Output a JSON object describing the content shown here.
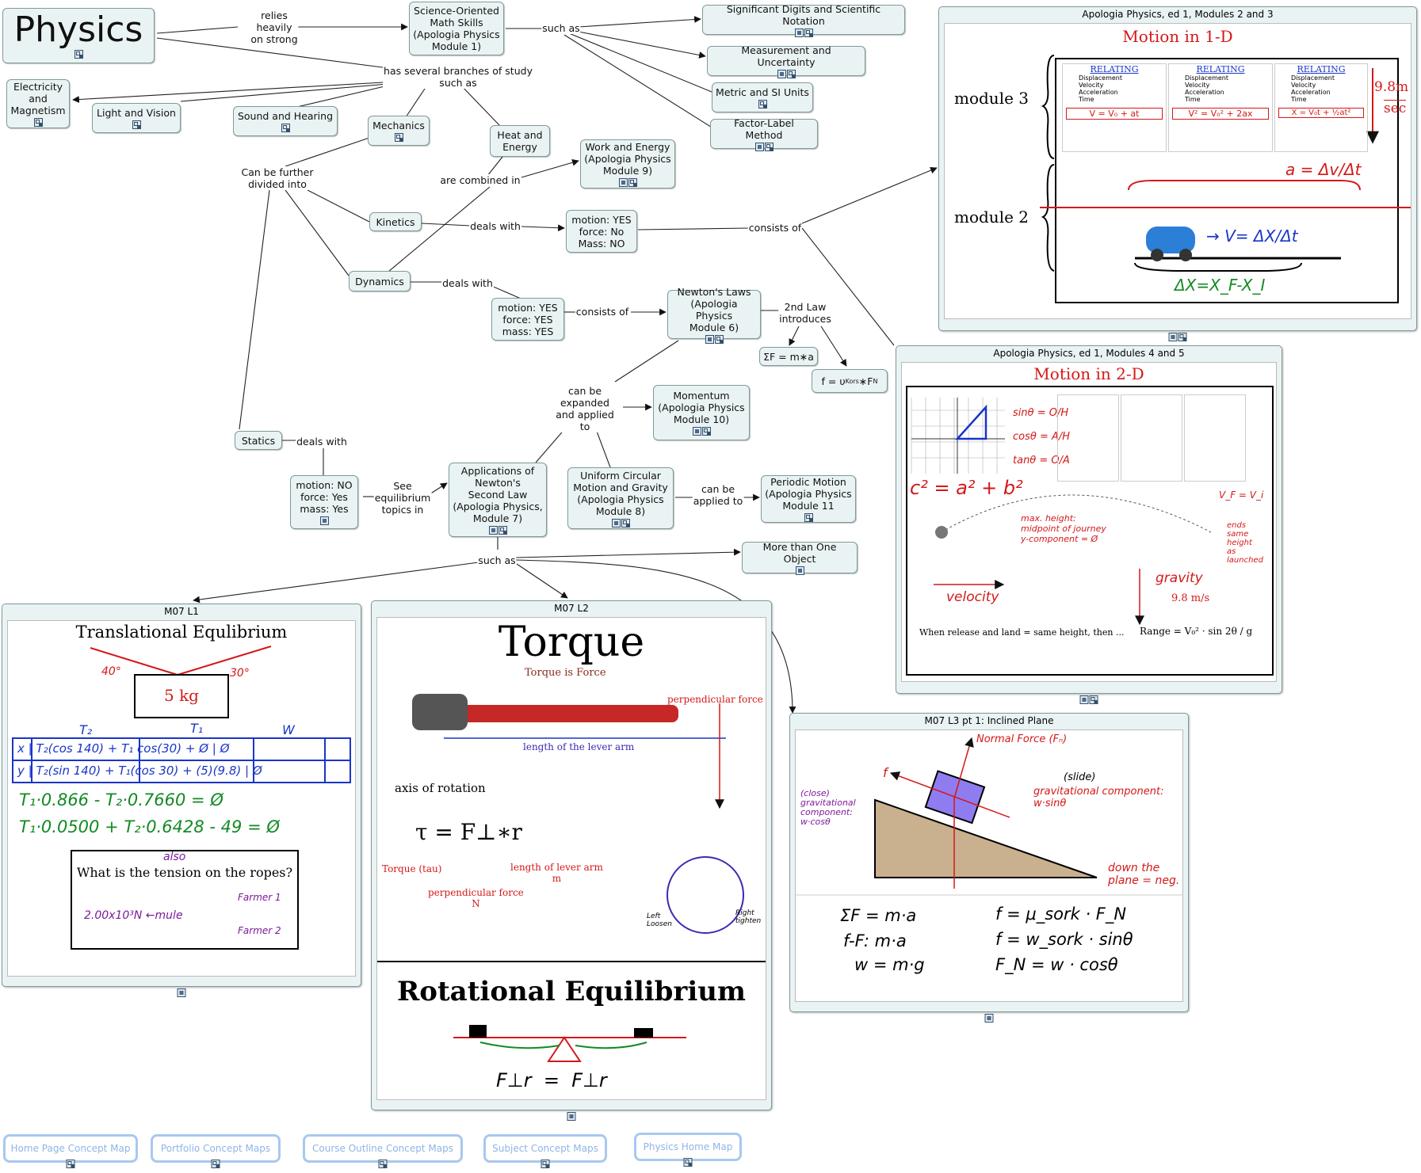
{
  "title": "Physics",
  "nodes": {
    "math_skills": "Science-Oriented\nMath Skills\n(Apologia Physics\nModule 1)",
    "sig_digits": "Significant Digits and Scientific Notation",
    "measurement": "Measurement and Uncertainty",
    "metric": "Metric and SI Units",
    "factor_label": "Factor-Label Method",
    "electricity": "Electricity\nand\nMagnetism",
    "light": "Light and Vision",
    "sound": "Sound and Hearing",
    "mechanics": "Mechanics",
    "heat": "Heat and\nEnergy",
    "work_energy": "Work and Energy\n(Apologia Physics\nModule 9)",
    "kinetics": "Kinetics",
    "kinetics_motion": "motion: YES\nforce: No\nMass: NO",
    "dynamics": "Dynamics",
    "dynamics_motion": "motion: YES\nforce: YES\nmass: YES",
    "newtons_laws": "Newton's Laws\n(Apologia Physics\nModule 6)",
    "sum_f": "ΣF = m∗a",
    "friction": "f = υ",
    "friction_sub": "Kors",
    "friction_tail": "∗F",
    "friction_n": "N",
    "momentum": "Momentum\n(Apologia Physics\nModule 10)",
    "statics": "Statics",
    "statics_motion": "motion: NO\nforce: Yes\nmass: Yes",
    "applications": "Applications of\nNewton's\nSecond Law\n(Apologia Physics,\nModule 7)",
    "circular": "Uniform Circular\nMotion and Gravity\n(Apologia Physics\nModule 8)",
    "periodic": "Periodic Motion\n(Apologia Physics\nModule 11",
    "more_objects": "More than One Object"
  },
  "links": {
    "relies": "relies\nheavily\non strong",
    "such_as_top": "such as",
    "branches": "has several branches of study\nsuch as",
    "further_divided": "Can be further\ndivided into",
    "combined": "are combined in",
    "deals_with_1": "deals with",
    "consists_of_1": "consists of",
    "deals_with_2": "deals with",
    "consists_of_2": "consists of",
    "second_law": "2nd Law\nintroduces",
    "expanded": "can be\nexpanded\nand applied\nto",
    "deals_with_3": "deals with",
    "see_equilibrium": "See\nequilibrium\ntopics in",
    "applied_to": "can be\napplied to",
    "such_as_bottom": "such as"
  },
  "panels": {
    "motion1d": {
      "header": "Apologia Physics, ed 1, Modules 2 and 3",
      "title": "Motion in 1-D",
      "module3": "module 3",
      "module2": "module 2",
      "relating": "RELATING",
      "list": [
        "Displacement",
        "Velocity",
        "Acceleration",
        "Time"
      ],
      "eq1": "V = V₀ + at",
      "eq2": "V² = V₀² + 2ax",
      "eq3": "X = V₀t + ½at²",
      "gravity": "9.8m",
      "gravity_unit": "sec",
      "accel": "a = Δv/Δt",
      "velocity": "→ V= ΔX/Δt",
      "disp": "ΔX=X_F-X_I"
    },
    "motion2d": {
      "header": "Apologia Physics, ed 1, Modules 4 and 5",
      "title": "Motion in 2-D",
      "sin": "sinθ = O/H",
      "cos": "cosθ = A/H",
      "tan": "tanθ = O/A",
      "pyth": "c² = a² + b²",
      "max_height": "max. height:\nmidpoint of journey\ny-component = Ø",
      "ends": "ends\nsame\nheight\nas\nlaunched",
      "vf": "V_F = V_i",
      "velocity": "velocity",
      "gravity": "gravity",
      "g": "9.8 m/s",
      "release": "When release and land = same height, then ...",
      "range": "Range = V₀² · sin 2θ / g"
    },
    "m07l1": {
      "header": "M07 L1",
      "title": "Translational Equlibrium",
      "mass": "5 kg",
      "a40": "40°",
      "a30": "30°",
      "t2": "T₂",
      "t1": "T₁",
      "w": "W",
      "row_x": "x | T₂(cos 140) + T₁ cos(30) + Ø | Ø",
      "row_y": "y | T₂(sin 140) + T₁(cos 30) + (5)(9.8) | Ø",
      "eq1": "T₁·0.866 - T₂·0.7660 = Ø",
      "eq2": "T₁·0.0500 + T₂·0.6428 - 49 = Ø",
      "also": "also",
      "question": "What is the tension on the ropes?",
      "answer": "2.00x10³N ←mule",
      "farmer1": "Farmer 1",
      "farmer2": "Farmer 2"
    },
    "m07l2": {
      "header": "M07 L2",
      "title": "Torque",
      "subtitle": "Torque is Force",
      "perp": "perpendicular force",
      "lever": "length of the lever arm",
      "axis": "axis of rotation",
      "formula": "τ = F⊥∗r",
      "tau_label": "Torque (tau)",
      "lever_m": "length of lever arm\nm",
      "perp_n": "perpendicular force\nN",
      "left": "Left\nLoosen",
      "right": "Right\ntighten",
      "rot_title": "Rotational Equilibrium",
      "rot_eq": "F⊥r  =  F⊥r"
    },
    "m07l3": {
      "header": "M07 L3 pt 1: Inclined Plane",
      "normal": "Normal Force (Fₙ)",
      "slide": "(slide)",
      "grav_comp": "gravitational component:\nw·sinθ",
      "close": "(close)\ngravitational\ncomponent:\nw·cosθ",
      "down": "down the\nplane = neg.",
      "f": "f",
      "eq1": "ΣF = m·a",
      "eq2": "f-F: m·a",
      "eq3": "w = m·g",
      "eq4": "f = μ_sork · F_N",
      "eq5": "f = w_sork · sinθ",
      "eq6": "F_N = w · cosθ"
    }
  },
  "footer": [
    "Home Page Concept Map",
    "Portfolio Concept Maps",
    "Course Outline Concept Maps",
    "Subject Concept Maps",
    "Physics Home Map"
  ],
  "colors": {
    "node_bg": "#eaf3f3",
    "node_border": "#7f9a9a",
    "red": "#d41818",
    "blue": "#1a35c8",
    "green": "#138a24",
    "footer": "#a8c8f0"
  }
}
